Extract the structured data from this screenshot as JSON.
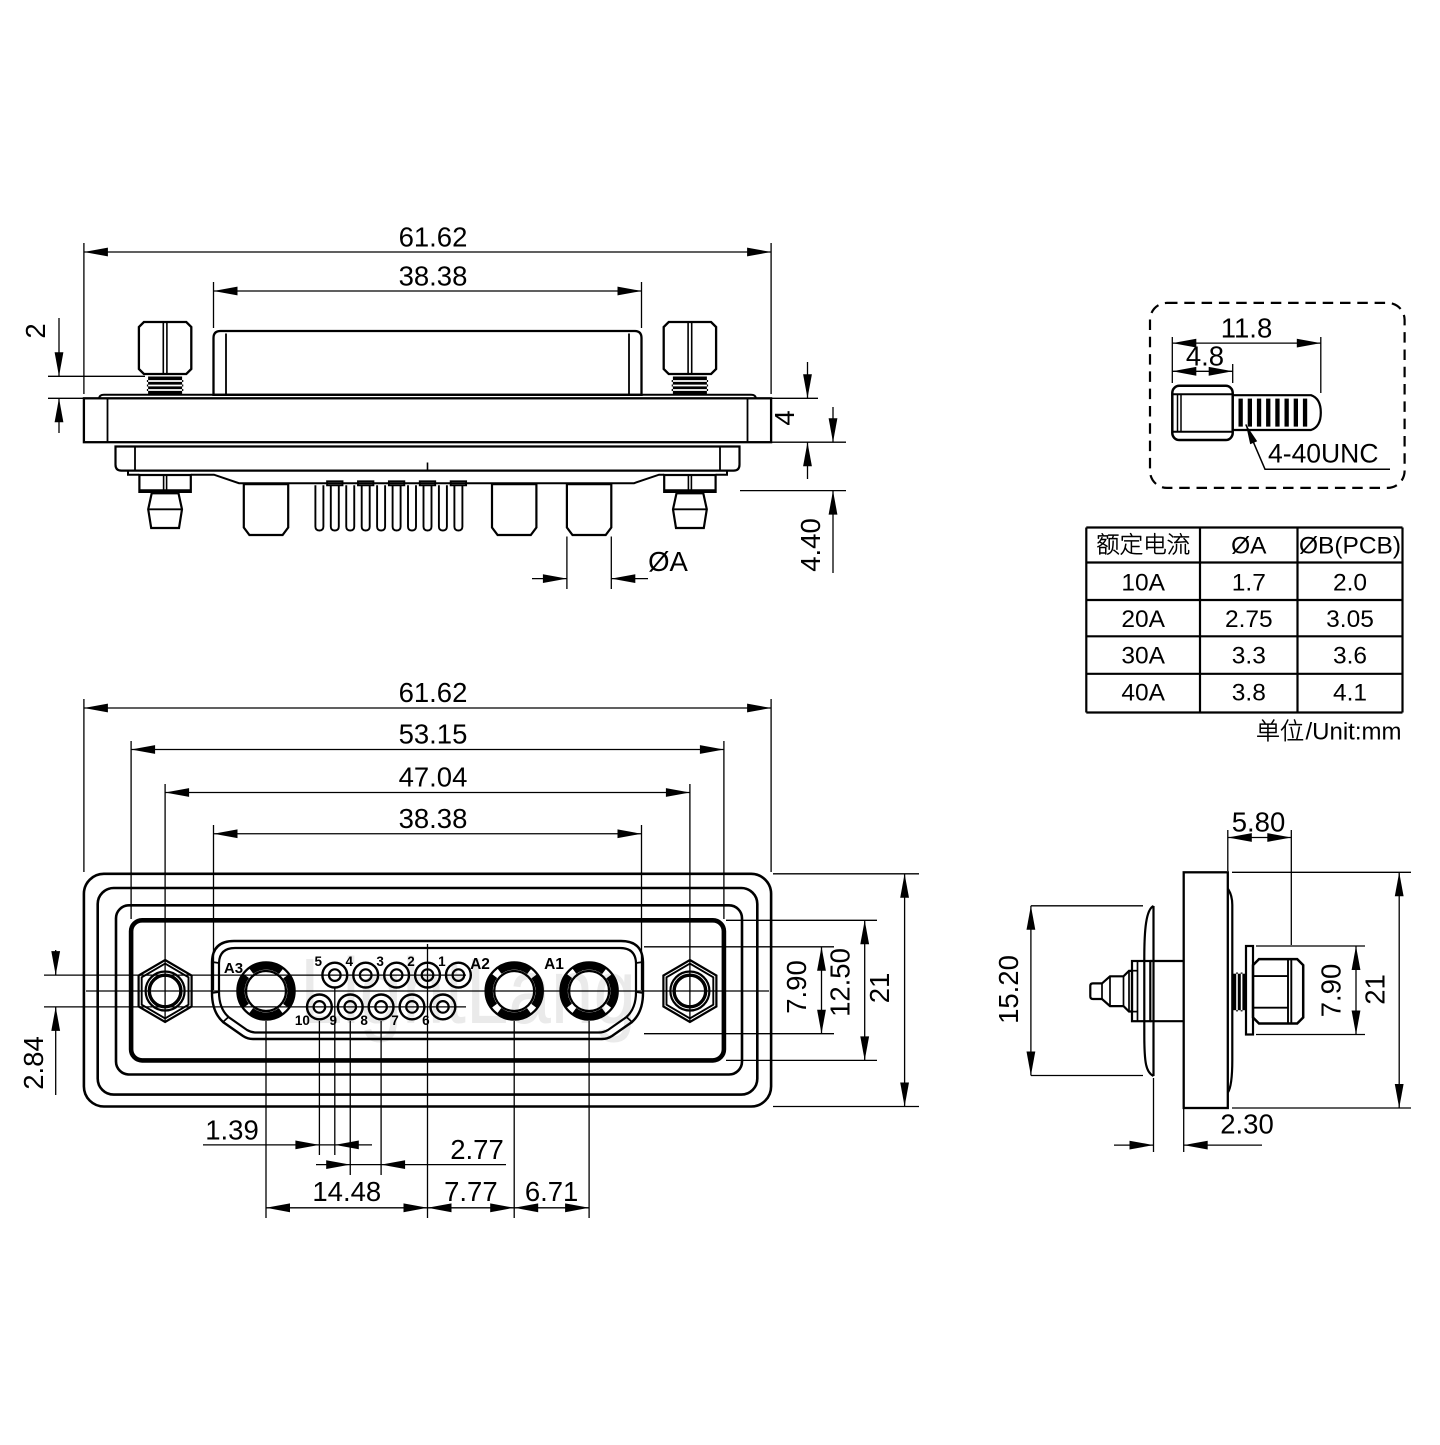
{
  "views": {
    "top_view": {
      "dim_width": "61.62",
      "dim_shell": "38.38",
      "dim_screw_standoff": "2",
      "dim_flange_thickness": "4",
      "dim_pcb_standoff": "4.40",
      "dim_pin_diameter": "ØA"
    },
    "screw_detail": {
      "dim_total_length": "11.8",
      "dim_head_length": "4.8",
      "thread_spec": "4-40UNC"
    },
    "front_view": {
      "dim_overall_width": "61.62",
      "dim_panel_width": "53.15",
      "dim_mount_spacing": "47.04",
      "dim_insert_width": "38.38",
      "dim_row_offset": "2.84",
      "dim_insert_height": "7.90",
      "dim_panel_height": "12.50",
      "dim_overall_height": "21",
      "dim_pin_row_offset": "1.39",
      "dim_pin_pitch": "2.77",
      "dim_a3_to_center": "14.48",
      "dim_center_to_a2": "7.77",
      "dim_a2_to_a1": "6.71",
      "pin_labels": [
        "1",
        "2",
        "3",
        "4",
        "5",
        "6",
        "7",
        "8",
        "9",
        "10"
      ],
      "contact_labels": [
        "A1",
        "A2",
        "A3"
      ],
      "watermark": "LightLang"
    },
    "side_view": {
      "dim_screw_protrusion": "5.80",
      "dim_shell_height": "15.20",
      "dim_bushing_height": "7.90",
      "dim_overall_height": "21",
      "dim_rim_gap": "2.30"
    }
  },
  "table": {
    "headers": [
      "额定电流",
      "ØA",
      "ØB(PCB)"
    ],
    "rows": [
      [
        "10A",
        "1.7",
        "2.0"
      ],
      [
        "20A",
        "2.75",
        "3.05"
      ],
      [
        "30A",
        "3.3",
        "3.6"
      ],
      [
        "40A",
        "3.8",
        "4.1"
      ]
    ],
    "unit_note": "单位/Unit:mm",
    "unit_note_latin": "/Unit:mm"
  }
}
